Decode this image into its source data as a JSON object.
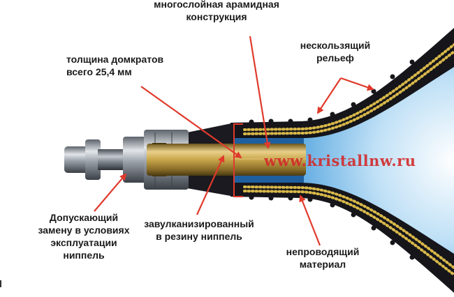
{
  "labels": {
    "aramid": [
      "многослойная арамидная",
      "конструкция"
    ],
    "relief": [
      "нескользящий",
      "рельеф"
    ],
    "thickness": [
      "толщина домкратов",
      "всего 25,4 мм"
    ],
    "nipple_replace": [
      "Допускающий",
      "замену в условиях",
      "эксплуатации",
      "ниппель"
    ],
    "vulcanized": [
      "завулканизированный",
      "в резину ниппель"
    ],
    "nonconductive": [
      "непроводящий",
      "материал"
    ]
  },
  "watermark": "www.kristallnw.ru",
  "colors": {
    "arrow": "#e03a2c",
    "hose": "#15151a",
    "dots": "#d8b84a",
    "brass": "#c8a64a",
    "steel": "#9aa0a8",
    "glow": "#5aa8e0",
    "watermark": "#d22a2a"
  }
}
